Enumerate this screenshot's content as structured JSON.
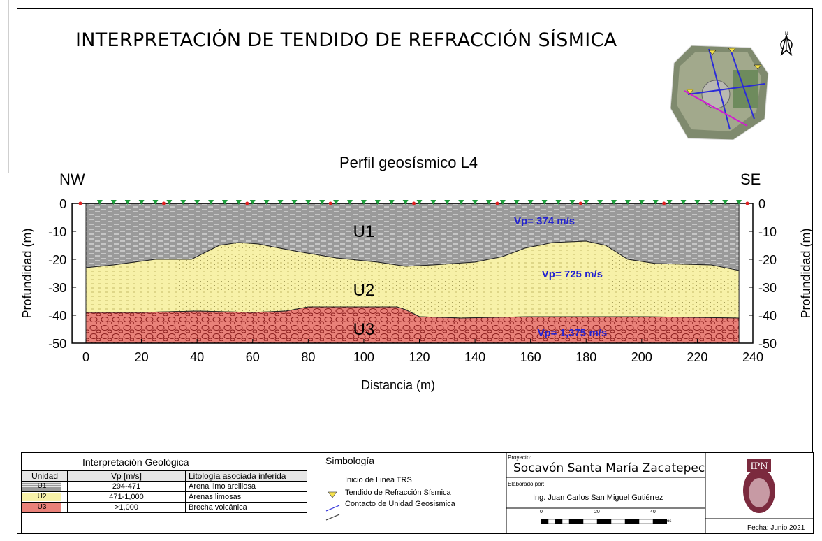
{
  "title": "INTERPRETACIÓN DE TENDIDO DE REFRACCIÓN SÍSMICA",
  "north_label": "N",
  "chart_data": {
    "type": "cross-section",
    "title": "Perfil geosísmico L4",
    "left_label": "NW",
    "right_label": "SE",
    "xlabel": "Distancia (m)",
    "ylabel": "Profundidad (m)",
    "xlim": [
      -5,
      240
    ],
    "ylim": [
      -50,
      0
    ],
    "x_ticks": [
      0,
      20,
      40,
      60,
      80,
      100,
      120,
      140,
      160,
      180,
      200,
      220,
      240
    ],
    "y_ticks": [
      0,
      -10,
      -20,
      -30,
      -40,
      -50
    ],
    "layers": [
      {
        "name": "U1",
        "vp_label": "Vp= 374 m/s",
        "label_pos": [
          100,
          -10
        ],
        "vp_pos": [
          165,
          -6
        ],
        "color": "#9a9a9a"
      },
      {
        "name": "U2",
        "vp_label": "Vp= 725 m/s",
        "label_pos": [
          100,
          -31
        ],
        "vp_pos": [
          175,
          -25
        ],
        "color": "#f7f1a8"
      },
      {
        "name": "U3",
        "vp_label": "Vp= 1,375 m/s",
        "label_pos": [
          100,
          -45
        ],
        "vp_pos": [
          175,
          -46
        ],
        "color": "#e98179"
      }
    ],
    "contact_u1_u2": [
      [
        0,
        -23
      ],
      [
        10,
        -22
      ],
      [
        25,
        -20
      ],
      [
        38,
        -20
      ],
      [
        42,
        -18
      ],
      [
        48,
        -15
      ],
      [
        55,
        -14
      ],
      [
        62,
        -14.5
      ],
      [
        75,
        -17
      ],
      [
        90,
        -19.5
      ],
      [
        105,
        -21
      ],
      [
        115,
        -22.5
      ],
      [
        125,
        -22
      ],
      [
        140,
        -21
      ],
      [
        150,
        -19
      ],
      [
        158,
        -16
      ],
      [
        168,
        -14
      ],
      [
        180,
        -13.5
      ],
      [
        187,
        -15
      ],
      [
        195,
        -20
      ],
      [
        205,
        -21.5
      ],
      [
        225,
        -22
      ],
      [
        235,
        -24
      ]
    ],
    "contact_u2_u3": [
      [
        0,
        -39
      ],
      [
        20,
        -39
      ],
      [
        40,
        -38.5
      ],
      [
        60,
        -39
      ],
      [
        72,
        -38.5
      ],
      [
        80,
        -37
      ],
      [
        95,
        -37
      ],
      [
        112,
        -37
      ],
      [
        115,
        -38
      ],
      [
        120,
        -40.5
      ],
      [
        135,
        -41
      ],
      [
        160,
        -40.5
      ],
      [
        180,
        -40.5
      ],
      [
        200,
        -40.5
      ],
      [
        235,
        -41
      ]
    ],
    "geophones_x": [
      5,
      10,
      15,
      20,
      25,
      30,
      35,
      40,
      45,
      50,
      55,
      60,
      65,
      70,
      75,
      80,
      85,
      90,
      95,
      100,
      105,
      110,
      115,
      120,
      125,
      130,
      135,
      140,
      145,
      150,
      155,
      160,
      165,
      170,
      175,
      180,
      185,
      190,
      195,
      200,
      205,
      210,
      215,
      220,
      225,
      230,
      235
    ],
    "shots_x": [
      -2,
      28,
      58,
      88,
      118,
      148,
      178,
      208,
      238
    ]
  },
  "legend": {
    "geo_title": "Interpretación Geológica",
    "headers": [
      "Unidad",
      "Vp [m/s]",
      "Litología asociada inferida"
    ],
    "rows": [
      {
        "unit": "U1",
        "vp": "294-471",
        "litologia": "Arena limo arcillosa"
      },
      {
        "unit": "U2",
        "vp": "471-1,000",
        "litologia": "Arenas limosas"
      },
      {
        "unit": "U3",
        "vp": ">1,000",
        "litologia": "Brecha volcánica"
      }
    ],
    "simb_title": "Simbología",
    "simb_items": [
      "Inicio de Linea TRS",
      "Tendido de Refracción Sísmica",
      "Contacto de Unidad Geosismica"
    ]
  },
  "project": {
    "label": "Proyecto:",
    "name": "Socavón Santa María Zacatepec",
    "elab_label": "Elaborado por:",
    "author": "Ing. Juan Carlos San Miguel Gutiérrez",
    "scale_ticks": [
      "0",
      "20",
      "40"
    ],
    "scale_unit": "Metros",
    "date": "Fecha: Junio 2021",
    "logo_text": "IPN"
  }
}
